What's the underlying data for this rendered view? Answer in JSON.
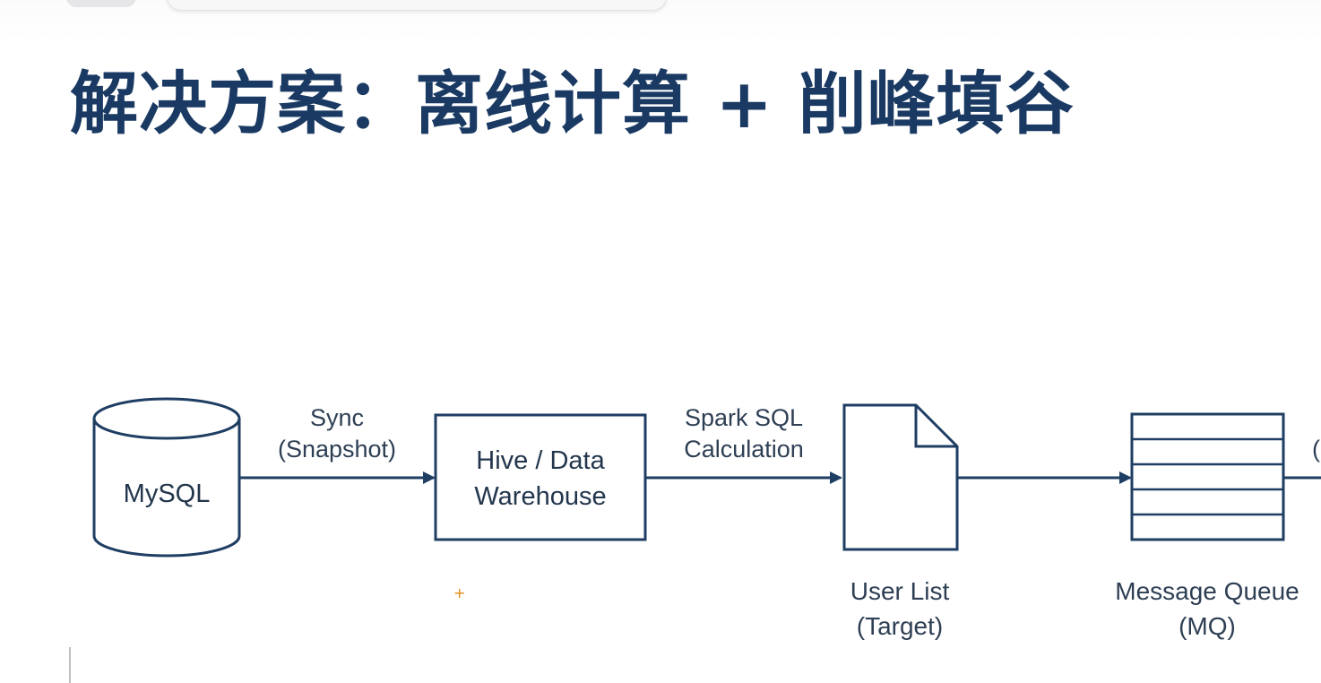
{
  "title": "解决方案：离线计算 + 削峰填谷",
  "nodes": {
    "mysql": "MySQL",
    "hive_line1": "Hive / Data",
    "hive_line2": "Warehouse",
    "userlist_line1": "User List",
    "userlist_line2": "(Target)",
    "mq_line1": "Message Queue",
    "mq_line2": "(MQ)"
  },
  "edges": {
    "sync_line1": "Sync",
    "sync_line2": "(Snapshot)",
    "spark_line1": "Spark SQL",
    "spark_line2": "Calculation",
    "cut_label": "("
  },
  "colors": {
    "title": "#1a3a63",
    "stroke": "#1f3e63",
    "text": "#2e3f54"
  }
}
